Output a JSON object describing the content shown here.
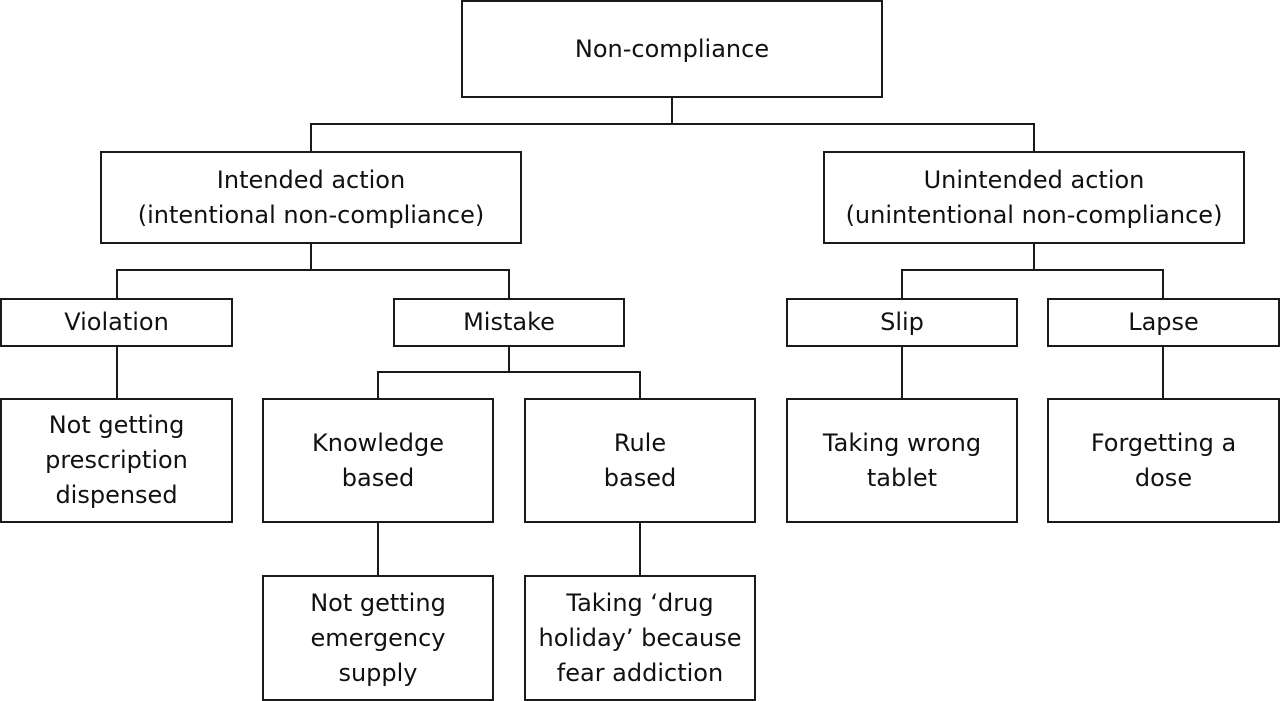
{
  "nodes": {
    "root": "Non-compliance",
    "intended": "Intended action\n(intentional non-compliance)",
    "unintended": "Unintended action\n(unintentional non-compliance)",
    "violation": "Violation",
    "mistake": "Mistake",
    "slip": "Slip",
    "lapse": "Lapse",
    "violation_example": "Not getting\nprescription\ndispensed",
    "knowledge_based": "Knowledge\nbased",
    "rule_based": "Rule\nbased",
    "slip_example": "Taking wrong\ntablet",
    "lapse_example": "Forgetting a\ndose",
    "knowledge_example": "Not getting\nemergency\nsupply",
    "rule_example": "Taking ‘drug\nholiday’ because\nfear addiction"
  }
}
